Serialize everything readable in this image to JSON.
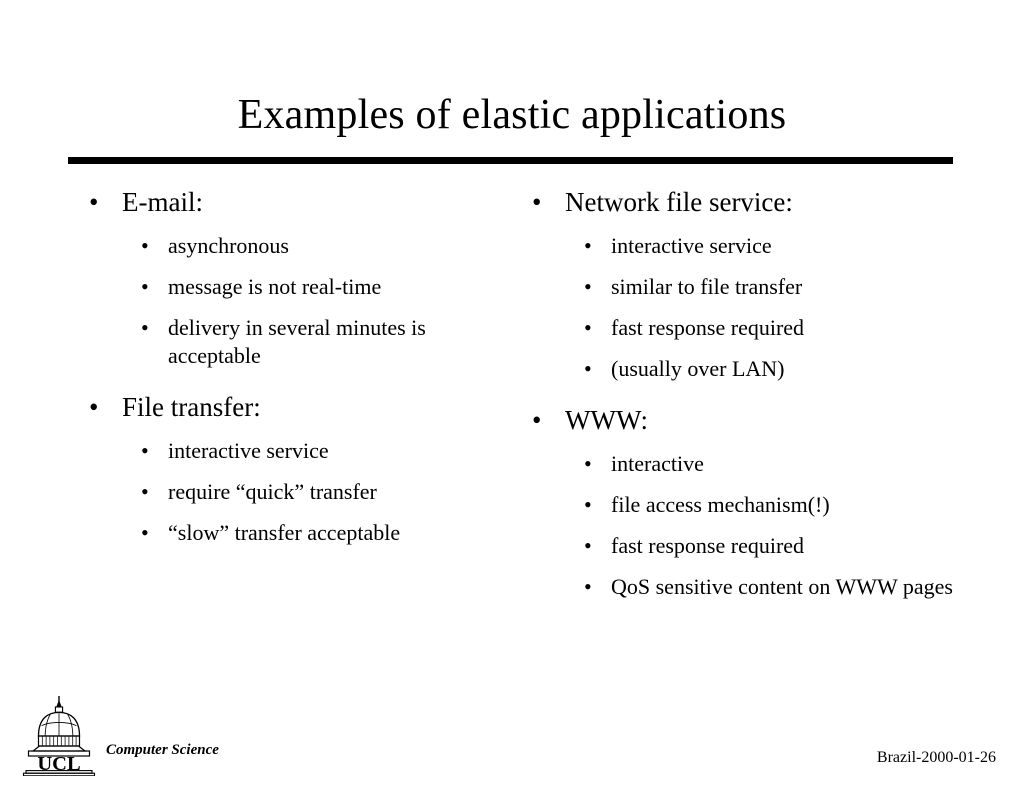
{
  "slide": {
    "title": "Examples of elastic applications",
    "bullet_glyph": "•",
    "background_color": "#ffffff",
    "text_color": "#000000",
    "rule_color": "#000000"
  },
  "columns": {
    "left": [
      {
        "heading": "E-mail:",
        "items": [
          "asynchronous",
          "message is not real-time",
          "delivery in several minutes is acceptable"
        ]
      },
      {
        "heading": "File transfer:",
        "items": [
          "interactive service",
          "require “quick” transfer",
          "“slow” transfer acceptable"
        ]
      }
    ],
    "right": [
      {
        "heading": "Network file service:",
        "items": [
          "interactive service",
          "similar to file transfer",
          "fast response required",
          "(usually over LAN)"
        ]
      },
      {
        "heading": "WWW:",
        "items": [
          "interactive",
          "file access mechanism(!)",
          "fast response required",
          "QoS sensitive content on WWW pages"
        ]
      }
    ]
  },
  "footer": {
    "logo_text": "UCL",
    "department": "Computer Science",
    "date_label": "Brazil-2000-01-26"
  }
}
